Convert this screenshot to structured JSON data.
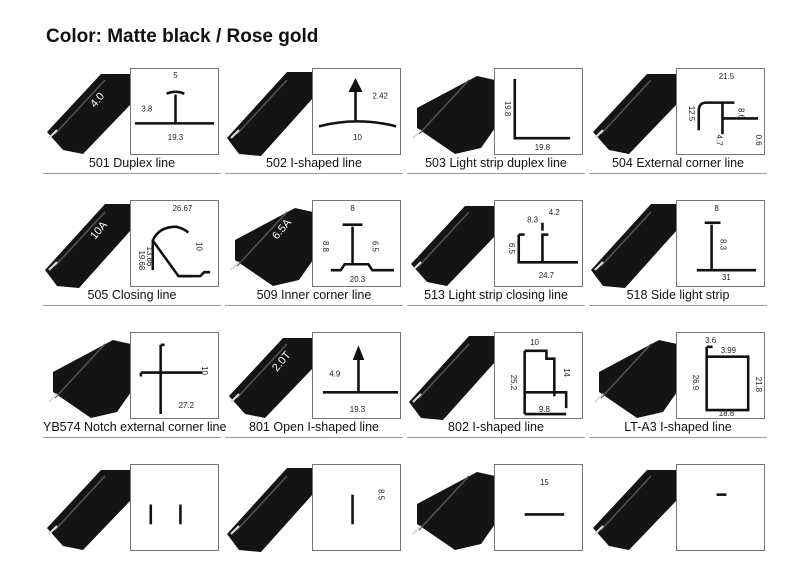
{
  "page": {
    "title": "Color: Matte black / Rose gold"
  },
  "colors": {
    "profile": "#111111",
    "dimension": "#888888"
  },
  "products": [
    {
      "label": "501  Duplex line",
      "photo_text": "4.0",
      "dims": [
        "5",
        "3.8",
        "19.3"
      ]
    },
    {
      "label": "502 I-shaped line",
      "photo_text": "",
      "dims": [
        "2.42",
        "10"
      ]
    },
    {
      "label": "503 Light strip duplex line",
      "photo_text": "",
      "dims": [
        "19.8",
        "19.8"
      ]
    },
    {
      "label": "504 External corner line",
      "photo_text": "",
      "dims": [
        "21.5",
        "12.5",
        "8.6",
        "4.7",
        "0.6"
      ]
    },
    {
      "label": "505 Closing line",
      "photo_text": "10A",
      "dims": [
        "26.67",
        "19.68",
        "13.86",
        "10"
      ]
    },
    {
      "label": "509 Inner corner line",
      "photo_text": "6.5A",
      "dims": [
        "8",
        "8.8",
        "6.5",
        "20.3"
      ]
    },
    {
      "label": "513 Light strip closing line",
      "photo_text": "",
      "dims": [
        "8.3",
        "4.2",
        "6.5",
        "24.7"
      ]
    },
    {
      "label": "518 Side light strip",
      "photo_text": "",
      "dims": [
        "8",
        "8.3",
        "31"
      ]
    },
    {
      "label": "YB574 Notch external corner line",
      "photo_text": "",
      "dims": [
        "10",
        "27.2"
      ]
    },
    {
      "label": "801 Open I-shaped line",
      "photo_text": "2.0T",
      "dims": [
        "4.9",
        "19.3"
      ]
    },
    {
      "label": "802 I-shaped line",
      "photo_text": "",
      "dims": [
        "10",
        "25.2",
        "14",
        "9.8"
      ]
    },
    {
      "label": "LT-A3 I-shaped line",
      "photo_text": "",
      "dims": [
        "3.6",
        "3.99",
        "26.9",
        "21.8",
        "18.8"
      ]
    },
    {
      "label": "",
      "photo_text": "",
      "dims": []
    },
    {
      "label": "",
      "photo_text": "",
      "dims": [
        "8.5"
      ]
    },
    {
      "label": "",
      "photo_text": "",
      "dims": [
        "15"
      ]
    },
    {
      "label": "",
      "photo_text": "",
      "dims": []
    }
  ]
}
